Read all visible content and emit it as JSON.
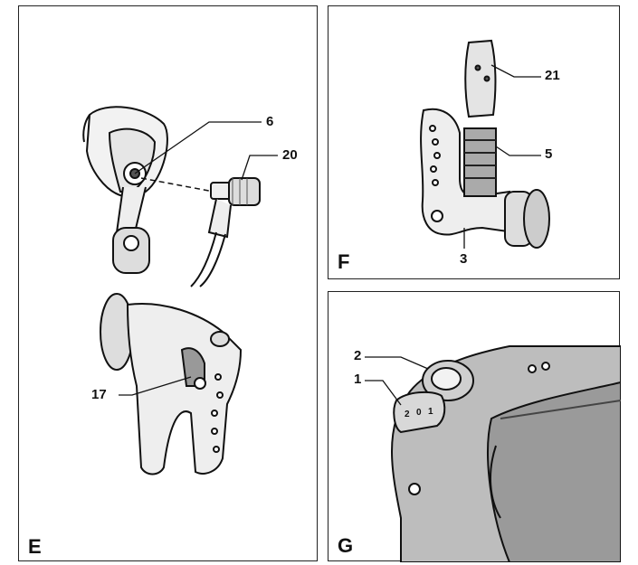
{
  "panels": {
    "E": {
      "letter": "E",
      "callouts": {
        "c6": "6",
        "c20": "20",
        "c17": "17"
      },
      "icons": [
        "connector-plug-icon",
        "grip-handle-icon"
      ]
    },
    "F": {
      "letter": "F",
      "callouts": {
        "c21": "21",
        "c5": "5",
        "c3": "3"
      },
      "icons": [
        "handle-assembly-icon"
      ]
    },
    "G": {
      "letter": "G",
      "callouts": {
        "c2": "2",
        "c1": "1"
      },
      "icons": [
        "control-buttons-icon"
      ]
    }
  }
}
